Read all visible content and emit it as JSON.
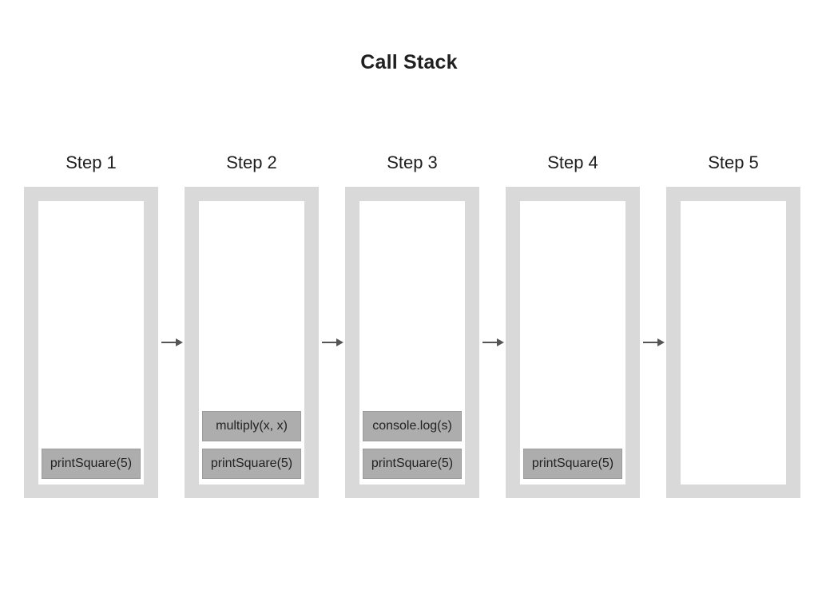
{
  "title": "Call Stack",
  "steps": [
    {
      "label": "Step 1",
      "frames": [
        "printSquare(5)"
      ]
    },
    {
      "label": "Step 2",
      "frames": [
        "multiply(x, x)",
        "printSquare(5)"
      ]
    },
    {
      "label": "Step 3",
      "frames": [
        "console.log(s)",
        "printSquare(5)"
      ]
    },
    {
      "label": "Step 4",
      "frames": [
        "printSquare(5)"
      ]
    },
    {
      "label": "Step 5",
      "frames": []
    }
  ],
  "icons": {
    "arrow_right": "right-arrow"
  },
  "colors": {
    "box_background": "#d9d9d9",
    "box_interior": "#ffffff",
    "frame_fill": "#adadad",
    "frame_border": "#9c9c9c",
    "arrow": "#555555",
    "text": "#1f1f1f"
  }
}
